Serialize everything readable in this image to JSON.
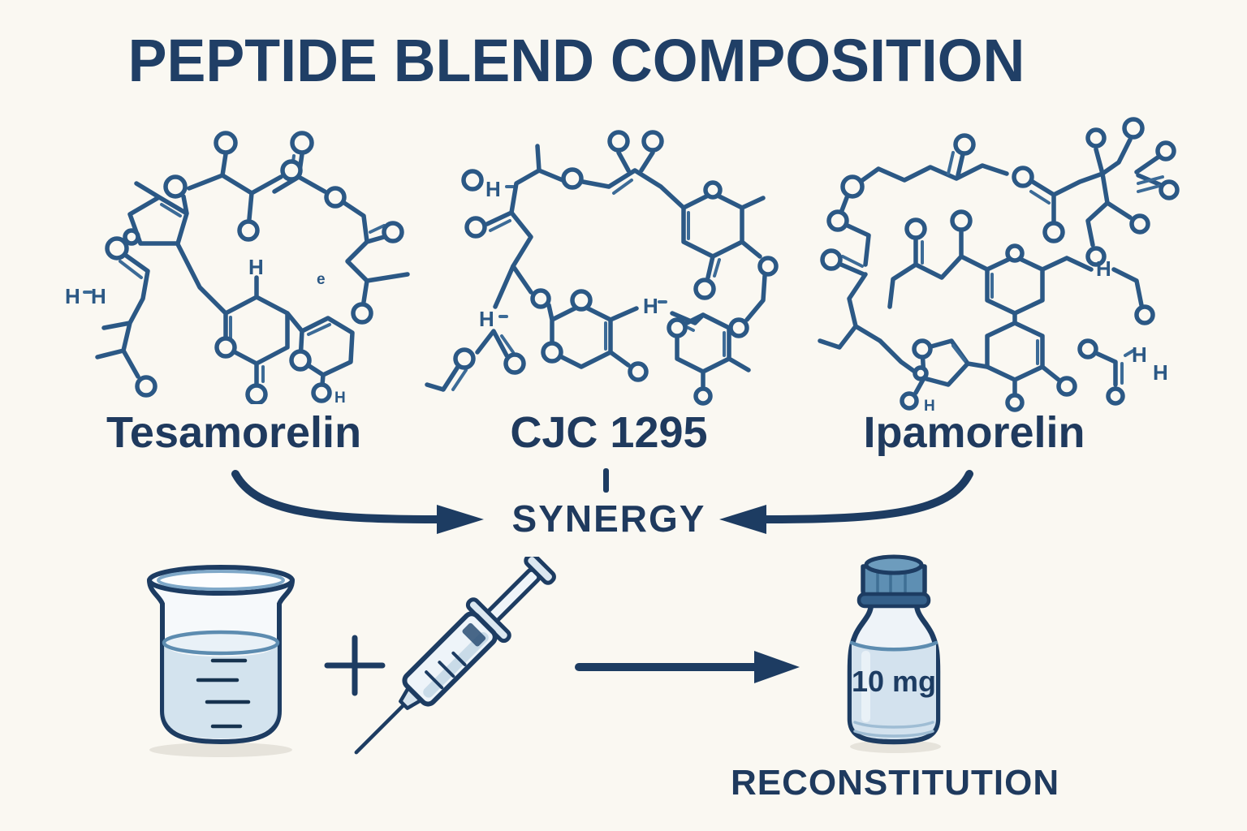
{
  "title": "PEPTIDE BLEND COMPOSITION",
  "peptides": [
    {
      "name": "Tesamorelin"
    },
    {
      "name": "CJC 1295"
    },
    {
      "name": "Ipamorelin"
    }
  ],
  "synergy_label": "SYNERGY",
  "reconstitution": {
    "vial_dose": "10 mg",
    "label": "RECONSTITUTION"
  },
  "atoms": {
    "h": "H",
    "e": "e"
  },
  "icons": [
    "beaker-icon",
    "plus-icon",
    "syringe-icon",
    "flow-arrow-icon",
    "vial-icon",
    "left-curved-arrow-icon",
    "right-curved-arrow-icon"
  ],
  "colors": {
    "background": "#faf8f2",
    "ink_navy": "#203f66",
    "arrow_navy": "#1d3c62",
    "molecule_blue": "#2b5885",
    "liquid_blue": "#cfe0ec",
    "cap_steel_blue": "#5e8fb3"
  }
}
